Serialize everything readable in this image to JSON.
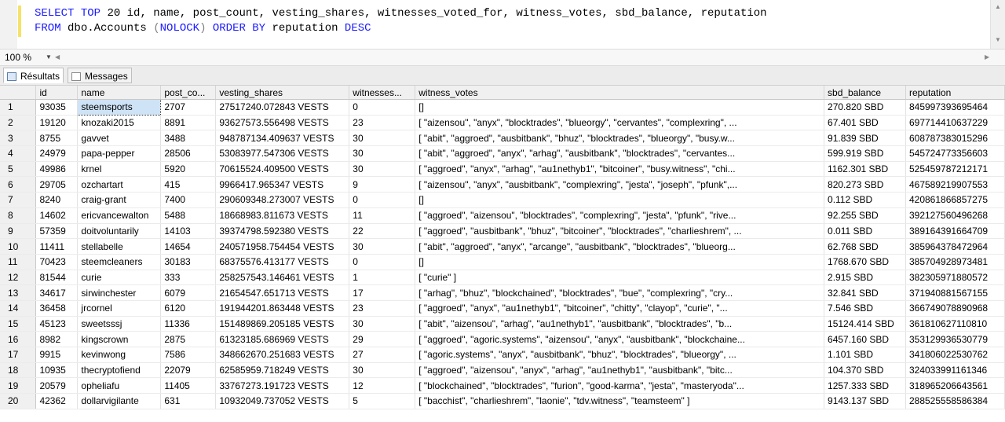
{
  "editor": {
    "line1": {
      "select": "SELECT",
      "top": "TOP",
      "rest": " 20 id, name, post_count, vesting_shares, witnesses_voted_for, witness_votes, sbd_balance, reputation"
    },
    "line2": {
      "from": "FROM",
      "table": " dbo.Accounts ",
      "open": "(",
      "nolock": "NOLOCK",
      "close": ")",
      "order": " ORDER BY",
      "col": " reputation ",
      "desc": "DESC"
    }
  },
  "zoom": "100 %",
  "tabs": [
    "Résultats",
    "Messages"
  ],
  "columns": [
    "id",
    "name",
    "post_co...",
    "vesting_shares",
    "witnesses...",
    "witness_votes",
    "sbd_balance",
    "reputation"
  ],
  "rows": [
    [
      "1",
      "93035",
      "steemsports",
      "2707",
      "27517240.072843 VESTS",
      "0",
      "[]",
      "270.820 SBD",
      "845997393695464"
    ],
    [
      "2",
      "19120",
      "knozaki2015",
      "8891",
      "93627573.556498 VESTS",
      "23",
      "[   \"aizensou\",   \"anyx\",   \"blocktrades\",   \"blueorgy\",   \"cervantes\",   \"complexring\",   ...",
      "67.401 SBD",
      "697714410637229"
    ],
    [
      "3",
      "8755",
      "gavvet",
      "3488",
      "948787134.409637 VESTS",
      "30",
      "[   \"abit\",   \"aggroed\",   \"ausbitbank\",   \"bhuz\",   \"blocktrades\",   \"blueorgy\",   \"busy.w...",
      "91.839 SBD",
      "608787383015296"
    ],
    [
      "4",
      "24979",
      "papa-pepper",
      "28506",
      "53083977.547306 VESTS",
      "30",
      "[   \"abit\",   \"aggroed\",   \"anyx\",   \"arhag\",   \"ausbitbank\",   \"blocktrades\",   \"cervantes...",
      "599.919 SBD",
      "545724773356603"
    ],
    [
      "5",
      "49986",
      "krnel",
      "5920",
      "70615524.409500 VESTS",
      "30",
      "[   \"aggroed\",   \"anyx\",   \"arhag\",   \"au1nethyb1\",   \"bitcoiner\",   \"busy.witness\",   \"chi...",
      "1162.301 SBD",
      "525459787212171"
    ],
    [
      "6",
      "29705",
      "ozchartart",
      "415",
      "9966417.965347 VESTS",
      "9",
      "[   \"aizensou\",   \"anyx\",   \"ausbitbank\",   \"complexring\",   \"jesta\",   \"joseph\",   \"pfunk\",...",
      "820.273 SBD",
      "467589219907553"
    ],
    [
      "7",
      "8240",
      "craig-grant",
      "7400",
      "290609348.273007 VESTS",
      "0",
      "[]",
      "0.112 SBD",
      "420861866857275"
    ],
    [
      "8",
      "14602",
      "ericvancewalton",
      "5488",
      "18668983.811673 VESTS",
      "11",
      "[   \"aggroed\",   \"aizensou\",   \"blocktrades\",   \"complexring\",   \"jesta\",   \"pfunk\",   \"rive...",
      "92.255 SBD",
      "392127560496268"
    ],
    [
      "9",
      "57359",
      "doitvoluntarily",
      "14103",
      "39374798.592380 VESTS",
      "22",
      "[   \"aggroed\",   \"ausbitbank\",   \"bhuz\",   \"bitcoiner\",   \"blocktrades\",   \"charlieshrem\",   ...",
      "0.011 SBD",
      "389164391664709"
    ],
    [
      "10",
      "11411",
      "stellabelle",
      "14654",
      "240571958.754454 VESTS",
      "30",
      "[   \"abit\",   \"aggroed\",   \"anyx\",   \"arcange\",   \"ausbitbank\",   \"blocktrades\",   \"blueorg...",
      "62.768 SBD",
      "385964378472964"
    ],
    [
      "11",
      "70423",
      "steemcleaners",
      "30183",
      "68375576.413177 VESTS",
      "0",
      "[]",
      "1768.670 SBD",
      "385704928973481"
    ],
    [
      "12",
      "81544",
      "curie",
      "333",
      "258257543.146461 VESTS",
      "1",
      "[   \"curie\"  ]",
      "2.915 SBD",
      "382305971880572"
    ],
    [
      "13",
      "34617",
      "sirwinchester",
      "6079",
      "21654547.651713 VESTS",
      "17",
      "[   \"arhag\",   \"bhuz\",   \"blockchained\",   \"blocktrades\",   \"bue\",   \"complexring\",   \"cry...",
      "32.841 SBD",
      "371940881567155"
    ],
    [
      "14",
      "36458",
      "jrcornel",
      "6120",
      "191944201.863448 VESTS",
      "23",
      "[   \"aggroed\",   \"anyx\",   \"au1nethyb1\",   \"bitcoiner\",   \"chitty\",   \"clayop\",   \"curie\",   \"...",
      "7.546 SBD",
      "366749078890968"
    ],
    [
      "15",
      "45123",
      "sweetsssj",
      "11336",
      "151489869.205185 VESTS",
      "30",
      "[   \"abit\",   \"aizensou\",   \"arhag\",   \"au1nethyb1\",   \"ausbitbank\",   \"blocktrades\",   \"b...",
      "15124.414 SBD",
      "361810627110810"
    ],
    [
      "16",
      "8982",
      "kingscrown",
      "2875",
      "61323185.686969 VESTS",
      "29",
      "[   \"aggroed\",   \"agoric.systems\",   \"aizensou\",   \"anyx\",   \"ausbitbank\",   \"blockchaine...",
      "6457.160 SBD",
      "353129936530779"
    ],
    [
      "17",
      "9915",
      "kevinwong",
      "7586",
      "348662670.251683 VESTS",
      "27",
      "[   \"agoric.systems\",   \"anyx\",   \"ausbitbank\",   \"bhuz\",   \"blocktrades\",   \"blueorgy\",   ...",
      "1.101 SBD",
      "341806022530762"
    ],
    [
      "18",
      "10935",
      "thecryptofiend",
      "22079",
      "62585959.718249 VESTS",
      "30",
      "[   \"aggroed\",   \"aizensou\",   \"anyx\",   \"arhag\",   \"au1nethyb1\",   \"ausbitbank\",   \"bitc...",
      "104.370 SBD",
      "324033991161346"
    ],
    [
      "19",
      "20579",
      "opheliafu",
      "11405",
      "33767273.191723 VESTS",
      "12",
      "[   \"blockchained\",   \"blocktrades\",   \"furion\",   \"good-karma\",   \"jesta\",   \"masteryoda\"...",
      "1257.333 SBD",
      "318965206643561"
    ],
    [
      "20",
      "42362",
      "dollarvigilante",
      "631",
      "10932049.737052 VESTS",
      "5",
      "[   \"bacchist\",   \"charlieshrem\",   \"laonie\",   \"tdv.witness\",   \"teamsteem\"  ]",
      "9143.137 SBD",
      "288525558586384"
    ]
  ]
}
